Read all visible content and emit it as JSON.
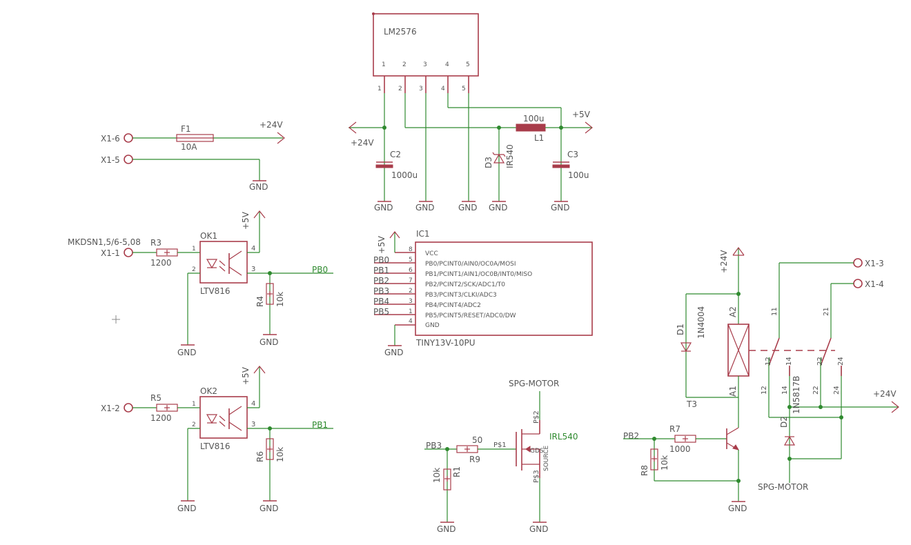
{
  "power": {
    "plus24": "+24V",
    "plus5": "+5V",
    "gnd": "GND"
  },
  "connector_type": "MKDSN1,5/6-5,08",
  "terminals": [
    "X1-6",
    "X1-5",
    "X1-1",
    "X1-2",
    "X1-3",
    "X1-4"
  ],
  "regulator": {
    "name": "LM2576",
    "pins": [
      "1",
      "2",
      "3",
      "4",
      "5"
    ]
  },
  "mcu": {
    "ref": "IC1",
    "value": "TINY13V-10PU",
    "pins": [
      {
        "num": "8",
        "name": "VCC",
        "net": ""
      },
      {
        "num": "5",
        "name": "PB0/PCINT0/AIN0/OC0A/MOSI",
        "net": "PB0"
      },
      {
        "num": "6",
        "name": "PB1/PCINT1/AIN1/OC0B/INT0/MISO",
        "net": "PB1"
      },
      {
        "num": "7",
        "name": "PB2/PCINT2/SCK/ADC1/T0",
        "net": "PB2"
      },
      {
        "num": "2",
        "name": "PB3/PCINT3/CLKI/ADC3",
        "net": "PB3"
      },
      {
        "num": "3",
        "name": "PB4/PCINT4/ADC2",
        "net": "PB4"
      },
      {
        "num": "1",
        "name": "PB5/PCINT5/RESET/ADC0/DW",
        "net": "PB5"
      },
      {
        "num": "4",
        "name": "GND",
        "net": ""
      }
    ]
  },
  "fuse": {
    "ref": "F1",
    "value": "10A"
  },
  "regulator_parts": {
    "c2": {
      "ref": "C2",
      "value": "1000u"
    },
    "c3": {
      "ref": "C3",
      "value": "100u"
    },
    "l1": {
      "ref": "L1",
      "value": "100u"
    },
    "d3": {
      "ref": "D3",
      "value": "IR540"
    }
  },
  "input1": {
    "r_ref": "R3",
    "r_val": "1200",
    "ok_ref": "OK1",
    "ok_val": "LTV816",
    "rpd_ref": "R4",
    "rpd_val": "10k",
    "net": "PB0",
    "pin1": "1",
    "pin2": "2",
    "pin3": "3",
    "pin4": "4"
  },
  "input2": {
    "r_ref": "R5",
    "r_val": "1200",
    "ok_ref": "OK2",
    "ok_val": "LTV816",
    "rpd_ref": "R6",
    "rpd_val": "10k",
    "net": "PB1",
    "pin1": "1",
    "pin2": "2",
    "pin3": "3",
    "pin4": "4"
  },
  "mosfet_stage": {
    "net_in": "PB3",
    "r9_ref": "R9",
    "r9_val": "50",
    "r1_ref": "R1",
    "r1_val": "10k",
    "q_value": "IRL540",
    "p1": "P$1",
    "p2": "P$2",
    "p3": "P$3",
    "pins": "GDS",
    "names": "SOURCE",
    "supply": "SPG-MOTOR"
  },
  "relay_stage": {
    "net_in": "PB2",
    "r7_ref": "R7",
    "r7_val": "1000",
    "r8_ref": "R8",
    "r8_val": "10k",
    "t_ref": "T3",
    "d1_ref": "D1",
    "d1_val": "1N4004",
    "d2_ref": "D2",
    "d2_val": "1N5817B",
    "coil_a1": "A1",
    "coil_a2": "A2",
    "k_pins": [
      "11",
      "12",
      "14",
      "21",
      "22",
      "24"
    ],
    "supply": "SPG-MOTOR"
  }
}
